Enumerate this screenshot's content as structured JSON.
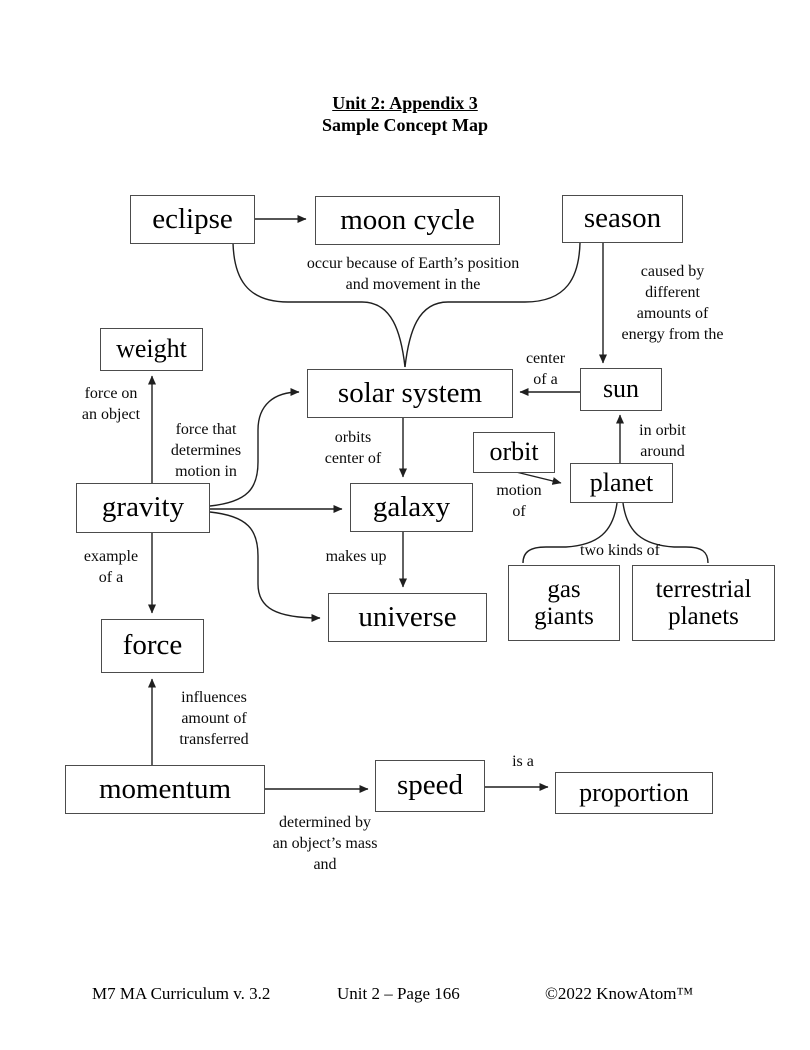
{
  "title": {
    "line1": "Unit 2: Appendix 3",
    "line2": "Sample Concept Map"
  },
  "nodes": {
    "eclipse": {
      "label": "eclipse"
    },
    "moon_cycle": {
      "label": "moon cycle"
    },
    "season": {
      "label": "season"
    },
    "weight": {
      "label": "weight"
    },
    "solar_system": {
      "label": "solar system"
    },
    "sun": {
      "label": "sun"
    },
    "gravity": {
      "label": "gravity"
    },
    "galaxy": {
      "label": "galaxy"
    },
    "orbit": {
      "label": "orbit"
    },
    "planet": {
      "label": "planet"
    },
    "universe": {
      "label": "universe"
    },
    "force": {
      "label": "force"
    },
    "gas_giants": {
      "label": "gas\ngiants"
    },
    "terrestrial_planets": {
      "label": "terrestrial\nplanets"
    },
    "momentum": {
      "label": "momentum"
    },
    "speed": {
      "label": "speed"
    },
    "proportion": {
      "label": "proportion"
    }
  },
  "edges": {
    "eclipse_moon_cycle": {
      "from": "eclipse",
      "to": "moon cycle",
      "label": ""
    },
    "eclipse_season_solar_system": {
      "from": "eclipse, season",
      "to": "solar system",
      "label": "occur because of Earth’s position\nand movement in the"
    },
    "season_sun": {
      "from": "season",
      "to": "sun",
      "label": "caused by\ndifferent\namounts of\nenergy from the"
    },
    "sun_solar_system": {
      "from": "sun",
      "to": "solar system",
      "label": "center\nof a"
    },
    "gravity_weight": {
      "from": "gravity",
      "to": "weight",
      "label": "force on\nan object"
    },
    "gravity_fan": {
      "from": "gravity",
      "to": "solar system, galaxy, universe",
      "label": "force that\ndetermines\nmotion in"
    },
    "solar_system_galaxy": {
      "from": "solar system",
      "to": "galaxy",
      "label": "orbits\ncenter of"
    },
    "galaxy_universe": {
      "from": "galaxy",
      "to": "universe",
      "label": "makes up"
    },
    "orbit_planet": {
      "from": "orbit",
      "to": "planet",
      "label": "motion\nof"
    },
    "planet_sun": {
      "from": "planet",
      "to": "sun",
      "label": "in orbit\naround"
    },
    "planet_kinds": {
      "from": "planet",
      "to": "gas giants, terrestrial planets",
      "label": "two kinds of"
    },
    "gravity_force": {
      "from": "gravity",
      "to": "force",
      "label": "example\nof a"
    },
    "momentum_force": {
      "from": "momentum",
      "to": "force",
      "label": "influences\namount of\ntransferred"
    },
    "momentum_speed": {
      "from": "momentum",
      "to": "speed",
      "label": "determined by\nan object’s mass\nand"
    },
    "speed_proportion": {
      "from": "speed",
      "to": "proportion",
      "label": "is a"
    }
  },
  "footer": {
    "left": "M7 MA Curriculum v. 3.2",
    "center": "Unit 2 – Page 166",
    "right": "©2022 KnowAtom™"
  },
  "colors": {
    "box_border": "#4c4c4c",
    "line": "#1f1f1f",
    "text": "#000000",
    "background": "#ffffff"
  }
}
